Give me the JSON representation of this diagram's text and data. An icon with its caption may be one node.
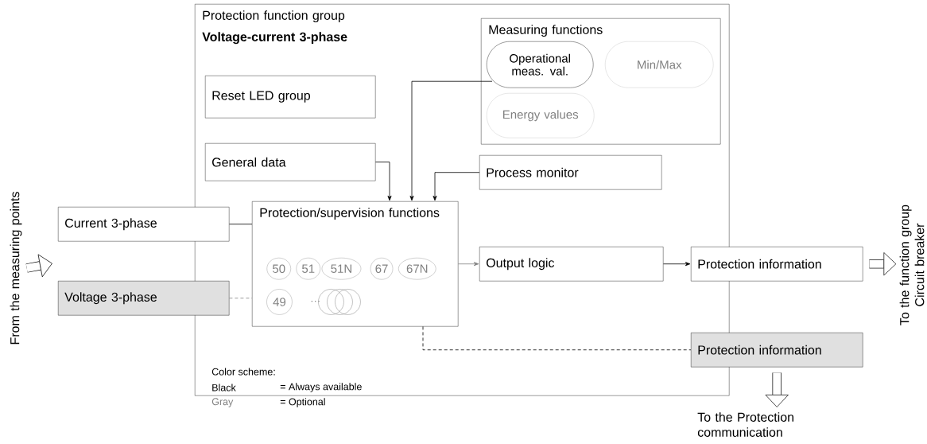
{
  "diagram": {
    "nodes": [
      {
        "text": [
          "Protection function group",
          "Voltage-current 3-phase"
        ]
      },
      {
        "text": [
          "Measuring functions"
        ],
        "in": 0
      },
      {
        "text": [
          "Operational meas. val."
        ],
        "in": 1
      },
      {
        "text": [
          "Min/Max"
        ],
        "in": 1
      },
      {
        "text": [
          "Energy values"
        ],
        "in": 1
      },
      {
        "text": [
          "Reset LED group"
        ],
        "in": 0
      },
      {
        "text": [
          "General data"
        ],
        "in": 0
      },
      {
        "text": [
          "Process monitor"
        ],
        "in": 0
      },
      {
        "text": [
          "Current 3-phase"
        ]
      },
      {
        "text": [
          "Voltage 3-phase"
        ]
      },
      {
        "text": [
          "Protection/supervision functions"
        ],
        "in": 0
      },
      {
        "text": [
          "50"
        ],
        "in": 10
      },
      {
        "text": [
          "51"
        ],
        "in": 10
      },
      {
        "text": [
          "51N"
        ],
        "in": 10
      },
      {
        "text": [
          "67"
        ],
        "in": 10
      },
      {
        "text": [
          "67N"
        ],
        "in": 10
      },
      {
        "text": [
          "49"
        ],
        "in": 10
      },
      {
        "text": [],
        "shape": "circle",
        "in": 10
      },
      {
        "text": [],
        "shape": "circle",
        "in": 10
      },
      {
        "text": [],
        "shape": "circle",
        "in": 10
      },
      {
        "text": [
          "Output logic"
        ],
        "in": 0
      },
      {
        "text": [
          "Protection information"
        ]
      },
      {
        "text": [
          "Protection information"
        ]
      },
      {
        "text": [
          "From the measuring points"
        ]
      },
      {
        "text": [
          "To the function group Circuit breaker"
        ]
      },
      {
        "text": [
          "To the Protection communication"
        ]
      }
    ],
    "edges": [
      {
        "from": 8,
        "to": 10,
        "arrow": "none"
      },
      {
        "from": 9,
        "to": 10,
        "arrow": "none",
        "style": "dashed",
        "color": "#808080"
      },
      {
        "from": 6,
        "to": 10,
        "arrow": "to"
      },
      {
        "from": 2,
        "to": 10,
        "arrow": "to"
      },
      {
        "from": 7,
        "to": 10,
        "arrow": "to"
      },
      {
        "from": 10,
        "to": 20,
        "arrow": "to",
        "color": "#808080"
      },
      {
        "from": 20,
        "to": 21,
        "arrow": "to"
      },
      {
        "from": 10,
        "to": 22,
        "arrow": "none",
        "style": "dashed"
      },
      {
        "from": 23,
        "to": null,
        "arrow": "to",
        "style": "thick"
      },
      {
        "from": 21,
        "to": 24,
        "arrow": "to",
        "style": "thick"
      },
      {
        "from": 22,
        "to": 25,
        "arrow": "to",
        "style": "thick"
      }
    ],
    "labels": [
      "···",
      "Color scheme:",
      "Black",
      "= Always available",
      "Gray",
      "= Optional"
    ]
  }
}
